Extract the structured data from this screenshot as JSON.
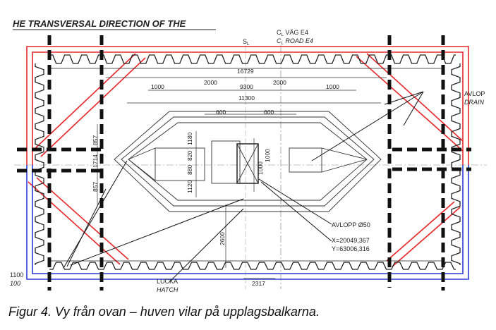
{
  "header": {
    "title": "HE TRANSVERSAL DIRECTION OF THE"
  },
  "centerline": {
    "line1": "C",
    "line1_sub": "L",
    "line1_rest": " VÄG E4",
    "line2": "C",
    "line2_sub": "L",
    "line2_rest": " ROAD E4",
    "s_label": "S",
    "s_sub": "L"
  },
  "dims": {
    "overall": "16729",
    "d1000a": "1000",
    "d2000a": "2000",
    "d9300": "9300",
    "d2000b": "2000",
    "d1000b": "1000",
    "d11300": "11300",
    "d600a": "600",
    "d600b": "600",
    "v1180": "1180",
    "v820": "820",
    "v880": "880",
    "v1120": "1120",
    "v1000a": "1000",
    "v1000b": "1000",
    "v857a": "857",
    "v1714": "1714",
    "v857b": "857",
    "v2600": "2600",
    "b2317": "2317"
  },
  "labels": {
    "avlopp_right": "AVLOP",
    "drain_right": "DRAIN",
    "avlopp_d50": "AVLOPP Ø50",
    "coord_x": "X=20049,367",
    "coord_y": "Y=63006,316",
    "lucka": "LUCKA",
    "hatch": "HATCH",
    "left_100a": "1100",
    "left_100b": "100"
  },
  "colors": {
    "red": "#e8272b",
    "blue": "#2b3bd6",
    "ink": "#222222",
    "dash": "#111111"
  },
  "caption": "Figur 4. Vy från ovan – huven vilar på upplagsbalkarna."
}
